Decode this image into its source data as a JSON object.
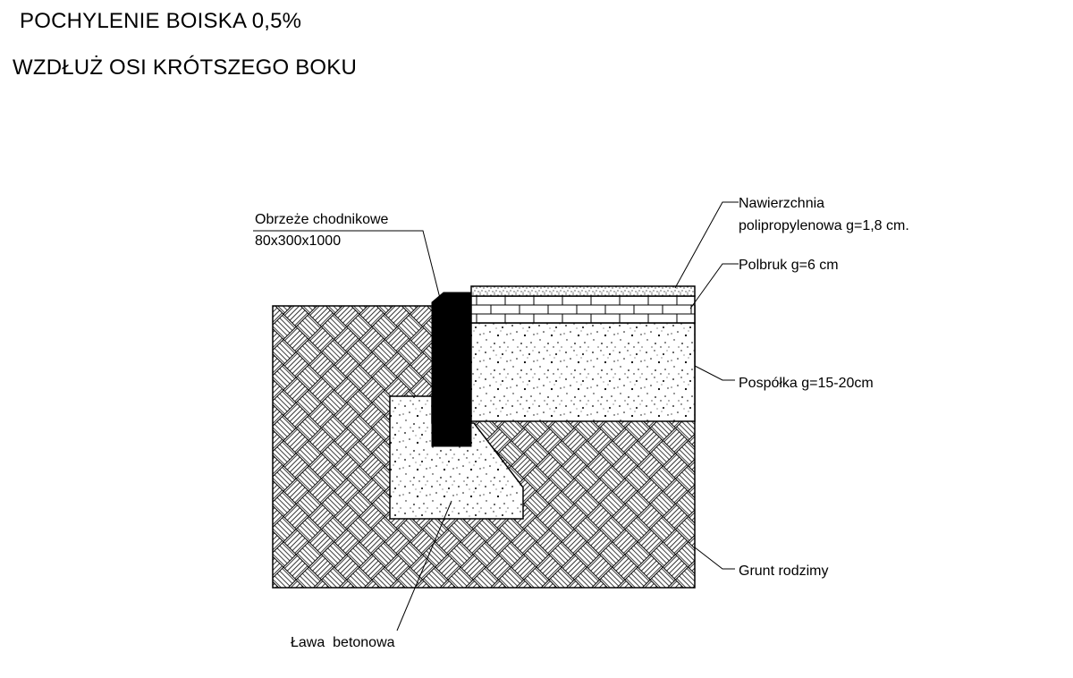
{
  "header": {
    "title_line1": "POCHYLENIE BOISKA 0,5%",
    "title_line2": "WZDŁUŻ OSI KRÓTSZEGO BOKU"
  },
  "labels": {
    "curb_line1": "Obrzeże chodnikowe",
    "curb_line2": "80x300x1000",
    "surface_line1": "Nawierzchnia",
    "surface_line2": "polipropylenowa g=1,8 cm.",
    "paving": "Polbruk g=6 cm",
    "subbase": "Pospółka g=15-20cm",
    "native_soil": "Grunt rodzimy",
    "foundation": "Ława  betonowa"
  }
}
